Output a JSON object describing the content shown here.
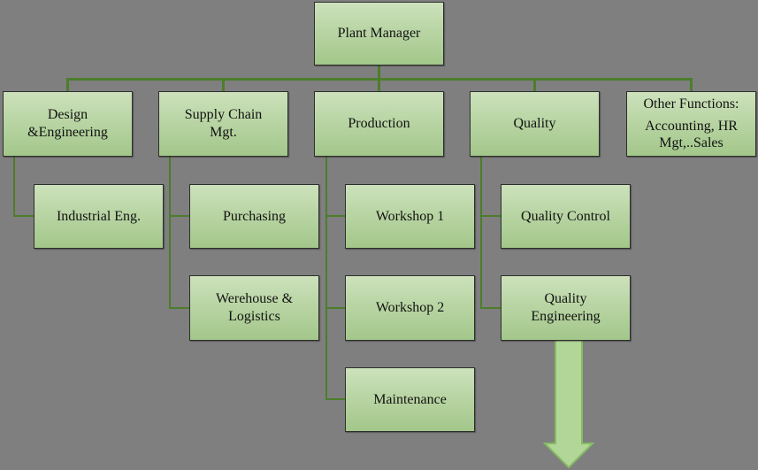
{
  "diagram": {
    "type": "org-chart",
    "root_label": "Plant Manager",
    "background_color": "#7f7f7f"
  },
  "colors": {
    "box_fill_top": "#cde2bc",
    "box_fill_bottom": "#a3c78b",
    "box_border": "#2e2e2e",
    "connector_green": "#4c7d2b",
    "arrow_fill": "#b2d698",
    "arrow_border": "#85bb62",
    "text": "#121212"
  },
  "nodes": [
    {
      "id": "plant-manager",
      "parent": null,
      "label": "Plant Manager",
      "lines": [
        "Plant Manager"
      ]
    },
    {
      "id": "design-engineering",
      "parent": "plant-manager",
      "label": "Design &Engineering",
      "lines": [
        "Design",
        "&Engineering"
      ]
    },
    {
      "id": "supply-chain-mgt",
      "parent": "plant-manager",
      "label": "Supply Chain Mgt.",
      "lines": [
        "Supply Chain",
        "Mgt."
      ]
    },
    {
      "id": "production",
      "parent": "plant-manager",
      "label": "Production",
      "lines": [
        "Production"
      ]
    },
    {
      "id": "quality",
      "parent": "plant-manager",
      "label": "Quality",
      "lines": [
        "Quality"
      ]
    },
    {
      "id": "other-functions",
      "parent": "plant-manager",
      "label": "Other Functions: Accounting, HR Mgt,..Sales",
      "lines": [
        "Other Functions:",
        "Accounting, HR",
        "Mgt,..Sales"
      ]
    },
    {
      "id": "industrial-eng",
      "parent": "design-engineering",
      "label": "Industrial Eng.",
      "lines": [
        "Industrial Eng."
      ]
    },
    {
      "id": "purchasing",
      "parent": "supply-chain-mgt",
      "label": "Purchasing",
      "lines": [
        "Purchasing"
      ]
    },
    {
      "id": "workshop-1",
      "parent": "production",
      "label": "Workshop 1",
      "lines": [
        "Workshop 1"
      ]
    },
    {
      "id": "quality-control",
      "parent": "quality",
      "label": "Quality Control",
      "lines": [
        "Quality Control"
      ]
    },
    {
      "id": "werehouse-logistics",
      "parent": "supply-chain-mgt",
      "label": "Werehouse & Logistics",
      "lines": [
        "Werehouse &",
        "Logistics"
      ]
    },
    {
      "id": "workshop-2",
      "parent": "production",
      "label": "Workshop 2",
      "lines": [
        "Workshop 2"
      ]
    },
    {
      "id": "quality-engineering",
      "parent": "quality",
      "label": "Quality Engineering",
      "lines": [
        "Quality",
        "Engineering"
      ]
    },
    {
      "id": "maintenance",
      "parent": "production",
      "label": "Maintenance",
      "lines": [
        "Maintenance"
      ]
    }
  ],
  "arrow": {
    "name": "down-arrow",
    "attached_to": "quality-engineering",
    "direction": "down"
  }
}
